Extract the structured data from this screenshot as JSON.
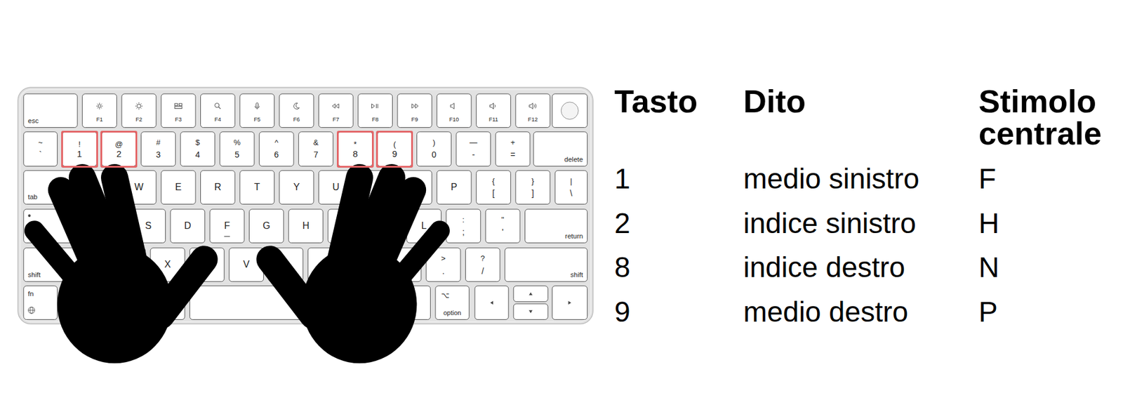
{
  "diagram": {
    "nodes": [
      {
        "text": [
          "!",
          "1"
        ]
      },
      {
        "text": [
          "@",
          "2"
        ]
      },
      {
        "text": [
          "*",
          "8"
        ]
      },
      {
        "text": [
          "(",
          "9"
        ]
      }
    ],
    "labels": [
      "esc",
      "F1",
      "F2",
      "F3",
      "F4",
      "F5",
      "F6",
      "F7",
      "F8",
      "F9",
      "F10",
      "F11",
      "F12",
      "~",
      "`",
      "#",
      "3",
      "$",
      "4",
      "%",
      "5",
      "^",
      "6",
      "&",
      "7",
      ")",
      "0",
      "—",
      "-",
      "+",
      "=",
      "delete",
      "tab",
      "W",
      "E",
      "R",
      "T",
      "Y",
      "U",
      "P",
      "{",
      "[",
      "}",
      "]",
      "|",
      "\\",
      "S",
      "D",
      "F",
      "G",
      "H",
      "L",
      ":",
      ";",
      "\"",
      "'",
      "return",
      "shift",
      "X",
      "V",
      ">",
      ".",
      "?",
      "/",
      "shift",
      "fn",
      "⌥",
      "option",
      "Tasto",
      "Dito",
      "Stimolo centrale",
      "1",
      "medio sinistro",
      "F",
      "2",
      "indice sinistro",
      "H",
      "8",
      "indice destro",
      "N",
      "9",
      "medio destro",
      "P"
    ]
  }
}
